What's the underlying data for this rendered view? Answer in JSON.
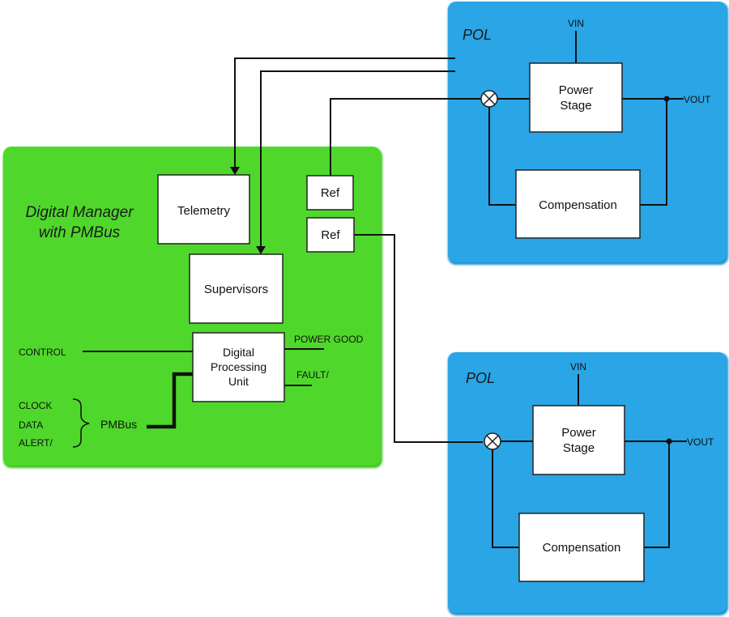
{
  "manager": {
    "title_line1": "Digital Manager",
    "title_line2": "with PMBus",
    "telemetry": "Telemetry",
    "supervisors": "Supervisors",
    "ref1": "Ref",
    "ref2": "Ref",
    "dpu_line1": "Digital",
    "dpu_line2": "Processing",
    "dpu_line3": "Unit",
    "control": "CONTROL",
    "power_good": "POWER GOOD",
    "fault": "FAULT/",
    "clock": "CLOCK",
    "data": "DATA",
    "alert": "ALERT/",
    "pmbus": "PMBus"
  },
  "pol_top": {
    "title": "POL",
    "vin": "VIN",
    "vout": "VOUT",
    "power_stage_line1": "Power",
    "power_stage_line2": "Stage",
    "compensation": "Compensation"
  },
  "pol_bottom": {
    "title": "POL",
    "vin": "VIN",
    "vout": "VOUT",
    "power_stage_line1": "Power",
    "power_stage_line2": "Stage",
    "compensation": "Compensation"
  },
  "colors": {
    "manager_green": "#4fd82b",
    "pol_blue": "#2aa5e6"
  }
}
